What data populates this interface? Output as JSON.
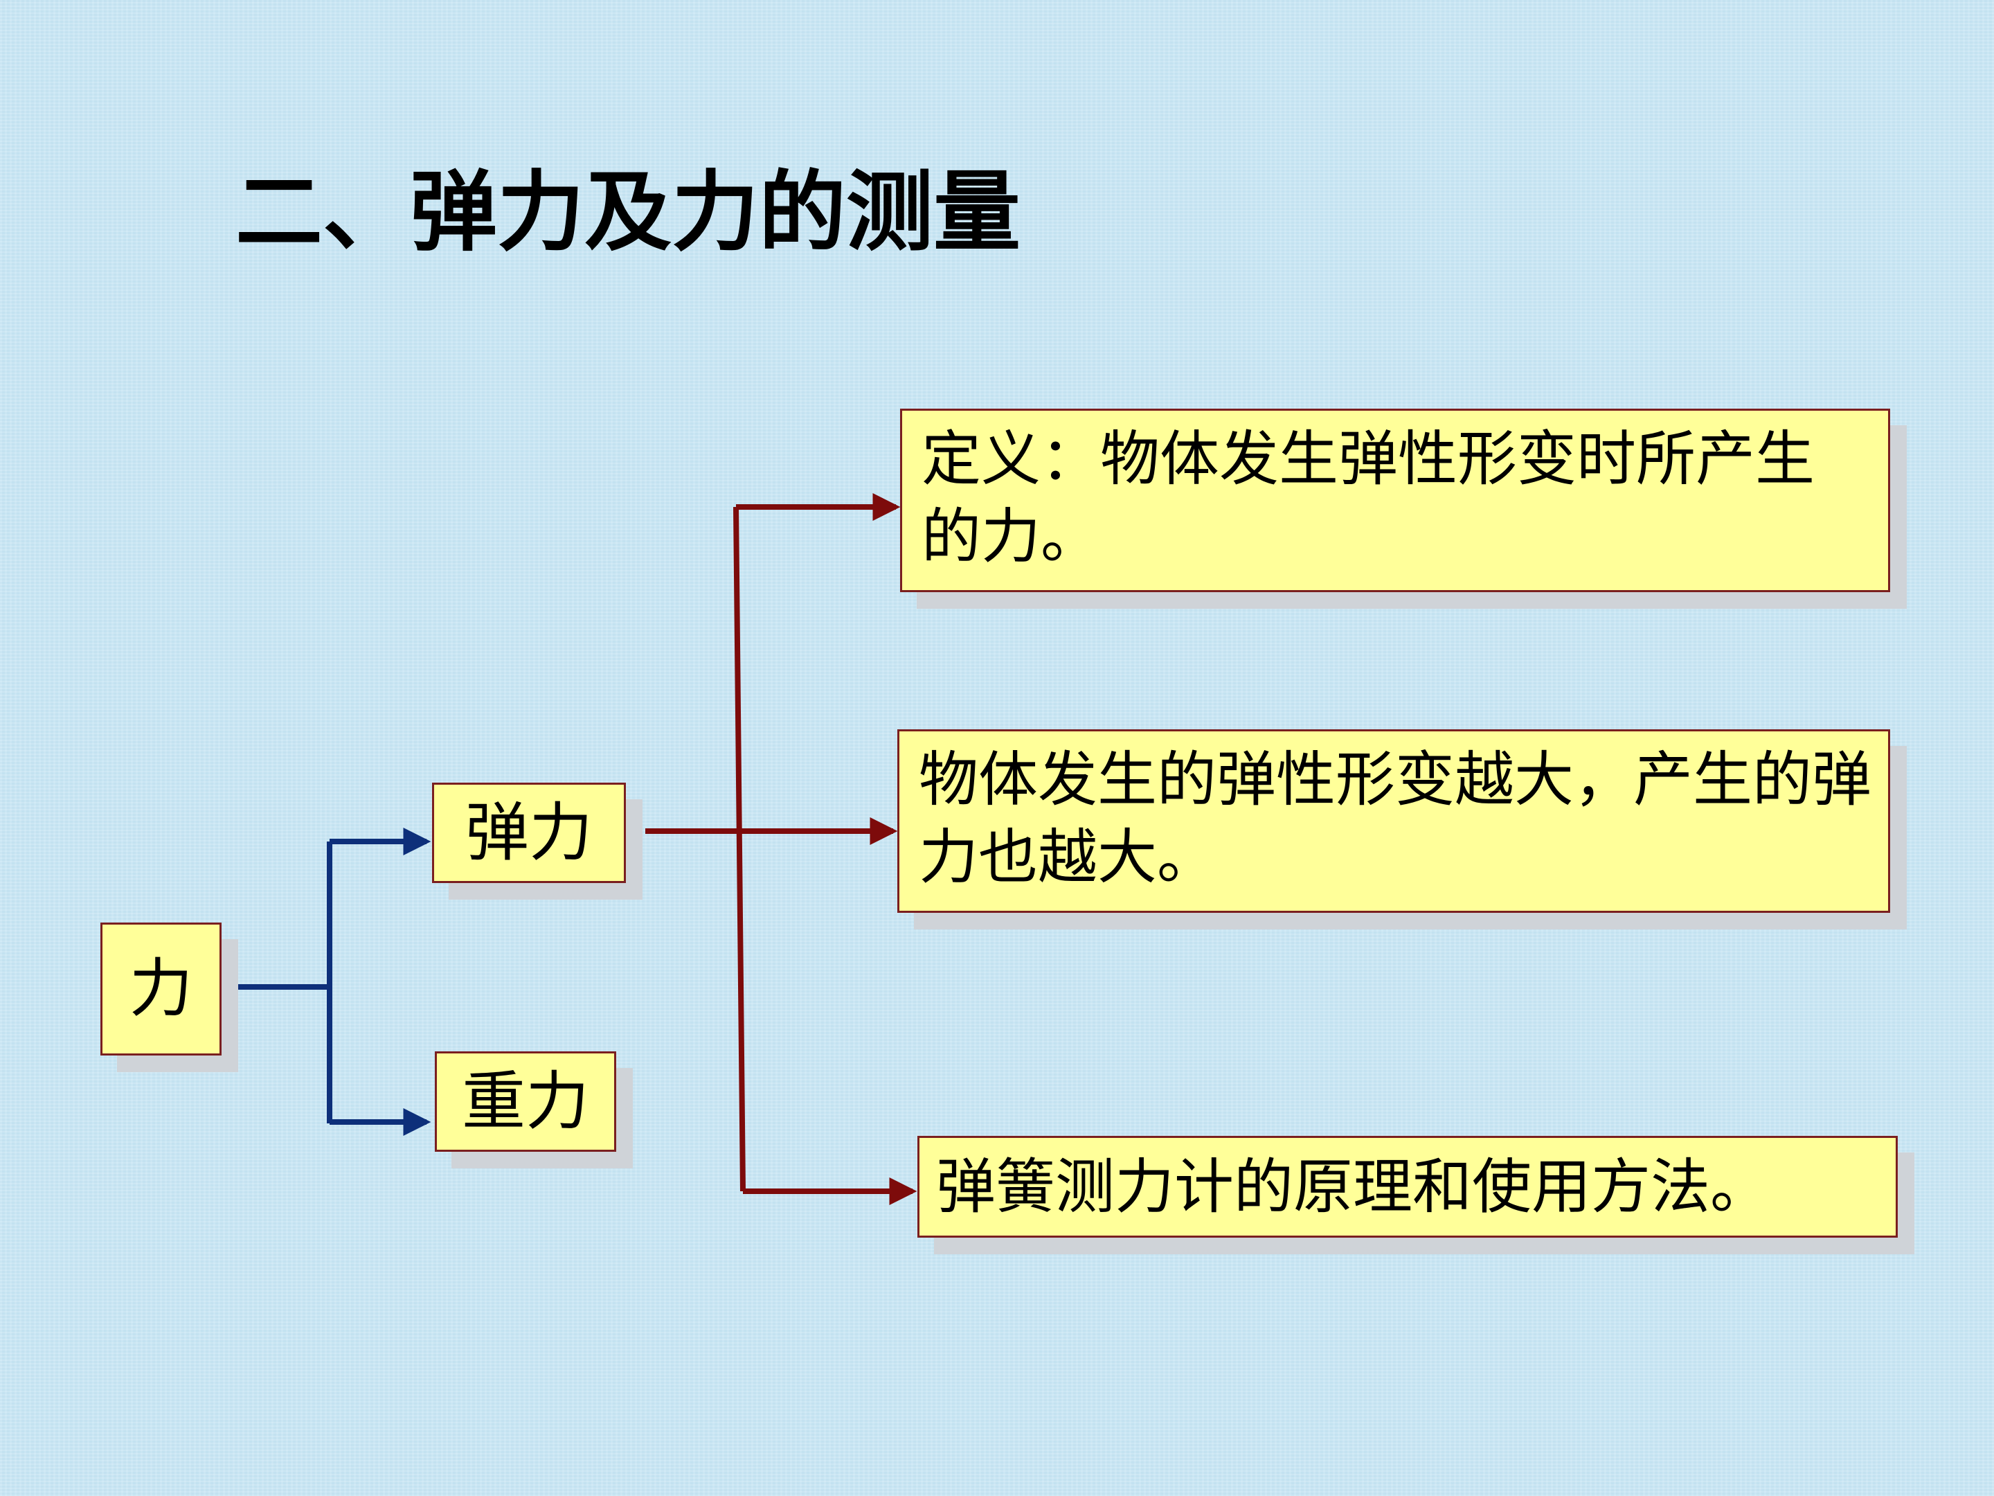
{
  "title": "二、弹力及力的测量",
  "nodes": {
    "root": "力",
    "elastic": "弹力",
    "gravity": "重力"
  },
  "leaves": {
    "definition": "定义：物体发生弹性形变时所产生的力。",
    "relation": "物体发生的弹性形变越大，产生的弹力也越大。",
    "measurement": "弹簧测力计的原理和使用方法。"
  },
  "colors": {
    "background": "#c9e6f4",
    "box_fill": "#ffff99",
    "box_border": "#7a1f1f",
    "blue_connector": "#0d2f7a",
    "red_connector": "#7d0b0b"
  }
}
